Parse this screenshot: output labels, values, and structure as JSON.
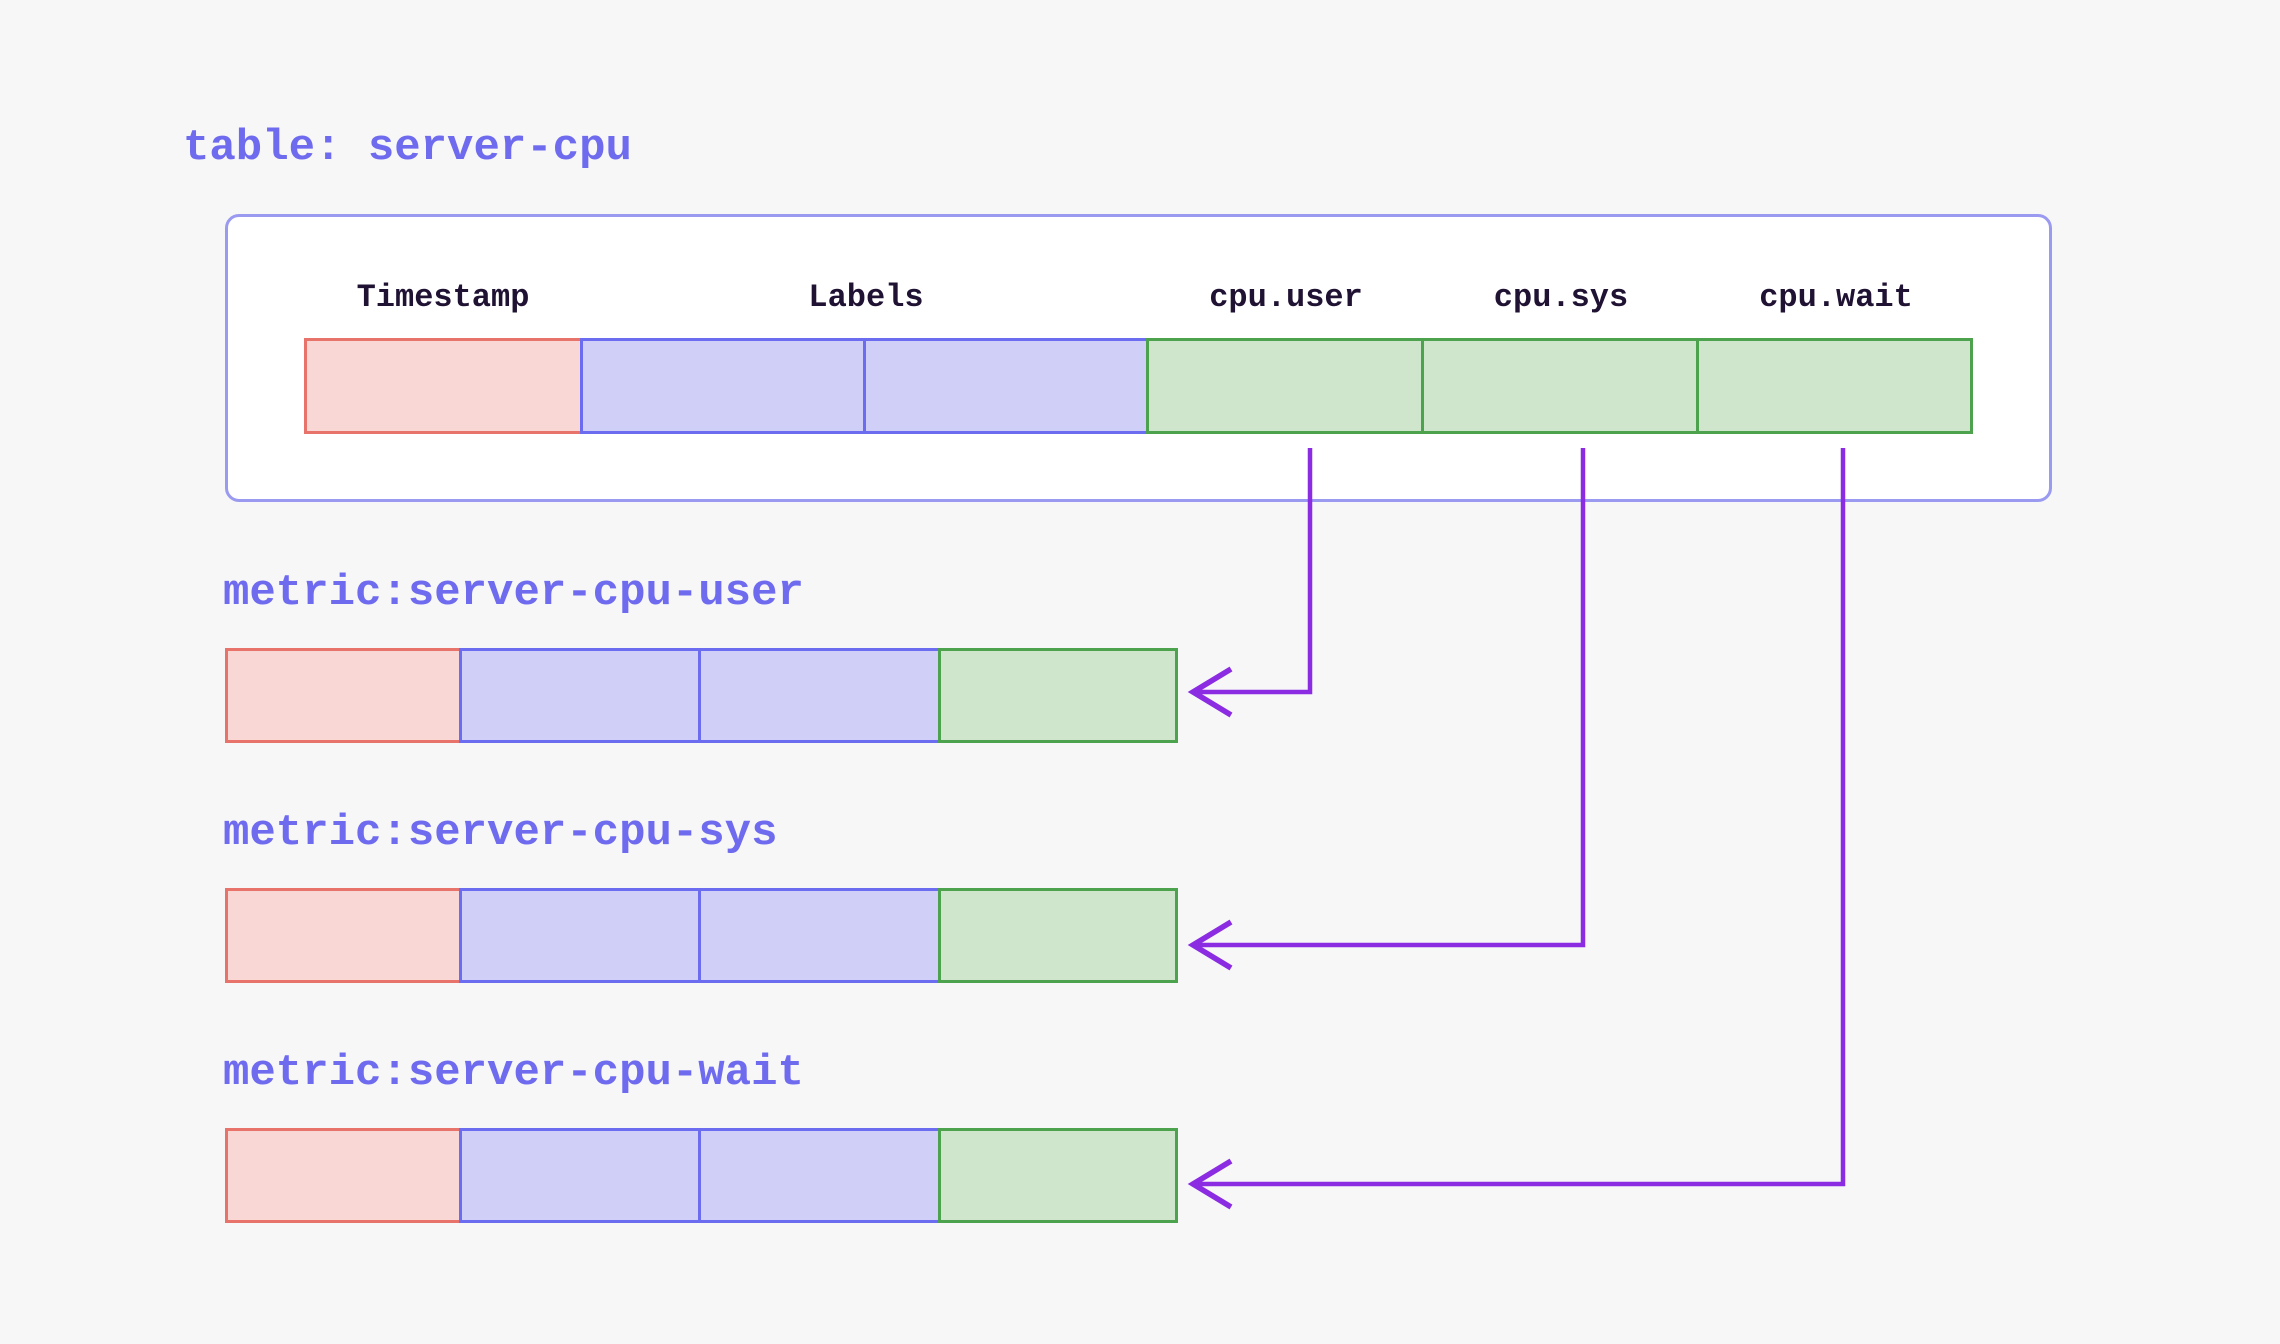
{
  "title": "table: server-cpu",
  "table": {
    "name": "server-cpu",
    "columns": [
      {
        "label": "Timestamp",
        "role": "timestamp",
        "color": "#f8d7d5"
      },
      {
        "label": "Labels",
        "role": "labels",
        "color": "#cfcff7"
      },
      {
        "label": "cpu.user",
        "role": "field",
        "color": "#cfe6cc"
      },
      {
        "label": "cpu.sys",
        "role": "field",
        "color": "#cfe6cc"
      },
      {
        "label": "cpu.wait",
        "role": "field",
        "color": "#cfe6cc"
      }
    ]
  },
  "metrics": [
    {
      "label": "metric:server-cpu-user",
      "source_column": "cpu.user"
    },
    {
      "label": "metric:server-cpu-sys",
      "source_column": "cpu.sys"
    },
    {
      "label": "metric:server-cpu-wait",
      "source_column": "cpu.wait"
    }
  ],
  "colors": {
    "background": "#f7f7f8",
    "box_border": "#9a9af0",
    "heading_text": "#6f6bef",
    "column_header_text": "#1f1233",
    "timestamp_fill": "#f8d7d5",
    "timestamp_border": "#e8736b",
    "labels_fill": "#cfcff7",
    "labels_border": "#6c6cf0",
    "field_fill": "#cfe6cc",
    "field_border": "#4da34d",
    "arrow": "#8b2be2"
  }
}
